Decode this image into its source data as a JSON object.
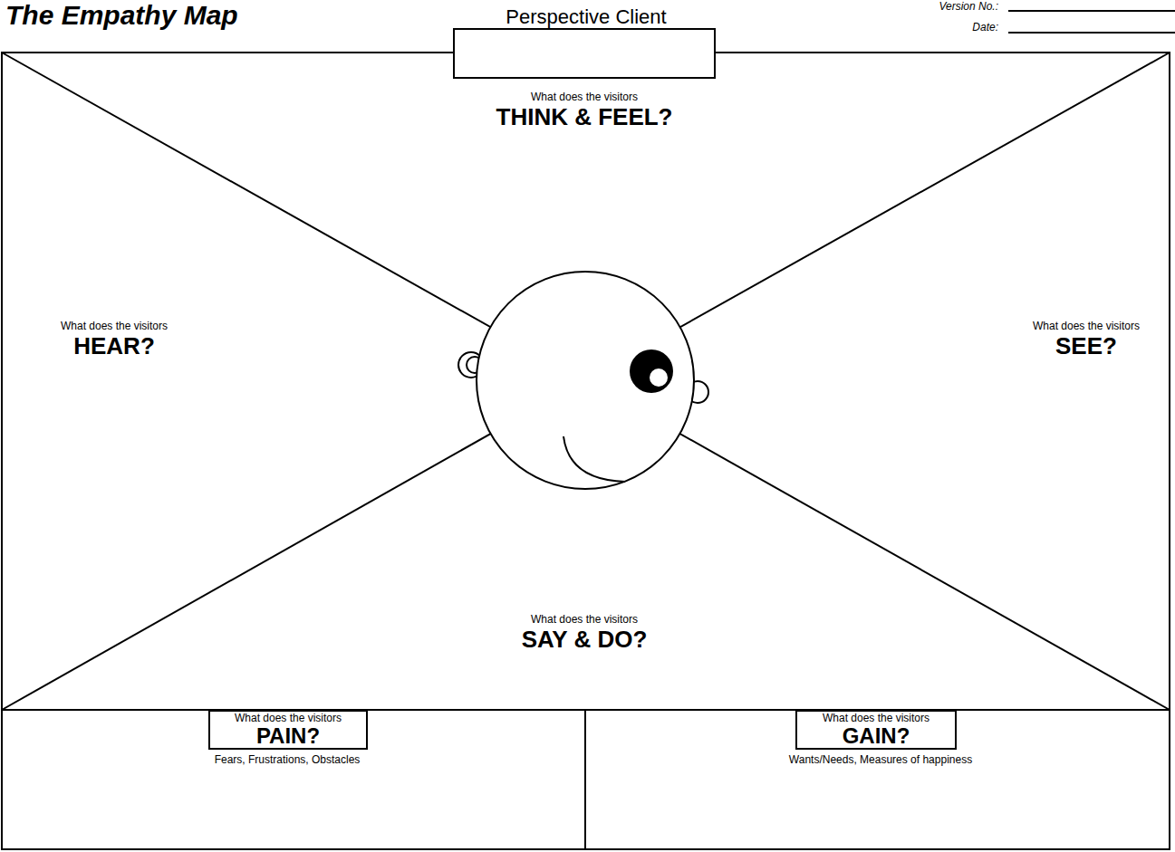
{
  "diagram": {
    "title": "The Empathy Map",
    "nodes": [
      {
        "text": [
          "Perspective Client"
        ]
      },
      {
        "text": [
          "What does the visitors",
          "THINK & FEEL?"
        ]
      },
      {
        "text": [
          "What does the visitors",
          "HEAR?"
        ]
      },
      {
        "text": [
          "What does the visitors",
          "SEE?"
        ]
      },
      {
        "text": [
          "What does the visitors",
          "SAY & DO?"
        ]
      },
      {
        "text": [
          "Fears, Frustrations, Obstacles"
        ]
      },
      {
        "text": [
          "What does the visitors",
          "PAIN?"
        ],
        "in": 5
      },
      {
        "text": [
          "Wants/Needs, Measures of happiness"
        ]
      },
      {
        "text": [
          "What does the visitors",
          "GAIN?"
        ],
        "in": 7
      }
    ],
    "labels": [
      "Version No.:",
      "Date:"
    ]
  }
}
